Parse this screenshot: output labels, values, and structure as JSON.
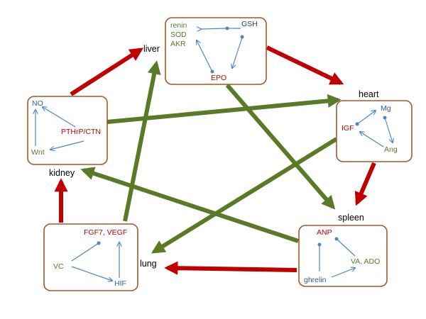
{
  "colors": {
    "box_border": "#9c5a2c",
    "stimulatory_arrow": "#c00000",
    "inhibitory_arrow": "#5b7a28",
    "inner_arrow": "#4f86c0",
    "red_text": "#c00000",
    "green_text": "#5b7a28",
    "blue_text": "#2f5f98"
  },
  "organs": {
    "liver": "liver",
    "heart": "heart",
    "kidney": "kidney",
    "spleen": "spleen",
    "lung": "lung"
  },
  "molecules": {
    "top": {
      "renin": "renin",
      "sod": "SOD",
      "akr": "AKR",
      "gsh": "GSH",
      "epo": "EPO"
    },
    "left": {
      "no": "NO",
      "pthrp": "PTHrP/CTN",
      "wnt": "Wnt"
    },
    "right": {
      "mg": "Mg",
      "igf": "IGF",
      "ang": "Ang"
    },
    "bottom_left": {
      "fgf": "FGF7, VEGF",
      "vc": "VC",
      "hif": "HIF"
    },
    "bottom_right": {
      "anp": "ANP",
      "va_ado": "VA, ADO",
      "ghrelin": "ghrelin"
    }
  }
}
